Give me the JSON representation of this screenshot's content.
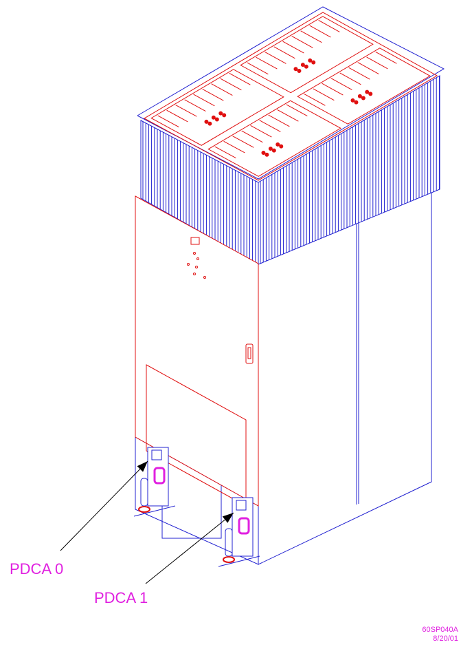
{
  "diagram": {
    "callouts": [
      {
        "id": "pdca-0",
        "label": "PDCA 0"
      },
      {
        "id": "pdca-1",
        "label": "PDCA 1"
      }
    ],
    "figure_id": {
      "code": "60SP040A",
      "date": "8/20/01"
    },
    "colors": {
      "cabinet_outline": "#2020d0",
      "highlight": "#e01010",
      "callout_text": "#e020e0",
      "leader_line": "#000000",
      "connector_ring": "#e020e0"
    }
  }
}
